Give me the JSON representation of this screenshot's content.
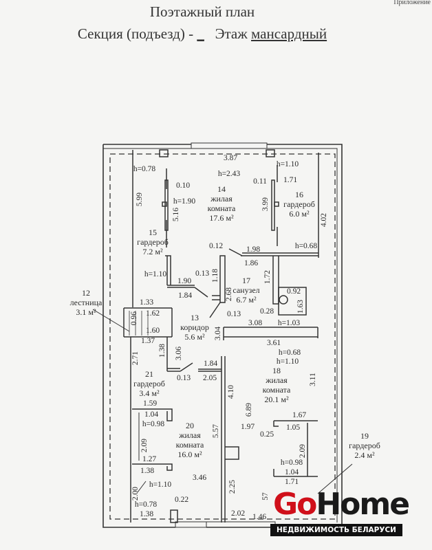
{
  "header": {
    "appendix": "Приложение",
    "title": "Поэтажный план",
    "section_label": "Секция (подъезд) -",
    "section_value": "_",
    "floor_label": "Этаж",
    "floor_value": "мансардный"
  },
  "rooms": [
    {
      "num": "12",
      "name": "лестница",
      "area": "3.1 м²"
    },
    {
      "num": "13",
      "name": "коридор",
      "area": "5.6 м²"
    },
    {
      "num": "14",
      "name": "жилая комната",
      "area": "17.6 м²"
    },
    {
      "num": "15",
      "name": "гардероб",
      "area": "7.2 м²"
    },
    {
      "num": "16",
      "name": "гардероб",
      "area": "6.0 м²"
    },
    {
      "num": "17",
      "name": "санузел",
      "area": "6.7 м²"
    },
    {
      "num": "18",
      "name": "жилая комната",
      "area": "20.1 м²"
    },
    {
      "num": "19",
      "name": "гардероб",
      "area": "2.4 м²"
    },
    {
      "num": "20",
      "name": "жилая комната",
      "area": "16.0 м²"
    },
    {
      "num": "21",
      "name": "гардероб",
      "area": "3.4 м²"
    }
  ],
  "dims": [
    "3.87",
    "h=2.43",
    "h=0.78",
    "5.99",
    "0.10",
    "h=1.90",
    "5.16",
    "h=1.10",
    "0.11",
    "1.71",
    "3.99",
    "4.02",
    "h=0.68",
    "0.12",
    "1.98",
    "1.86",
    "h=1.10",
    "1.90",
    "0.13",
    "1.18",
    "1.84",
    "2.68",
    "1.72",
    "0.92",
    "1.63",
    "0.28",
    "1.33",
    "1.62",
    "0.96",
    "1.60",
    "0.13",
    "3.04",
    "3.08",
    "h=1.03",
    "3.61",
    "1.37",
    "1.38",
    "3.06",
    "2.71",
    "0.13",
    "1.84",
    "2.05",
    "4.10",
    "h=0.68",
    "h=1.10",
    "3.11",
    "1.59",
    "1.04",
    "h=0.98",
    "2.09",
    "5.57",
    "6.89",
    "1.97",
    "1.67",
    "0.25",
    "1.05",
    "2.09",
    "h=0.98",
    "1.04",
    "1.27",
    "1.38",
    "3.46",
    "2.25",
    "1.71",
    "h=1.10",
    "2.00",
    "h=0.78",
    "0.22",
    "1.38",
    "2.02",
    "57",
    "1.46"
  ],
  "logo": {
    "go": "Go",
    "home": "Home",
    "tagline": "НЕДВИЖИМОСТЬ БЕЛАРУСИ"
  },
  "colors": {
    "line": "#333333",
    "logo_red": "#d0101a",
    "logo_black": "#111111"
  }
}
